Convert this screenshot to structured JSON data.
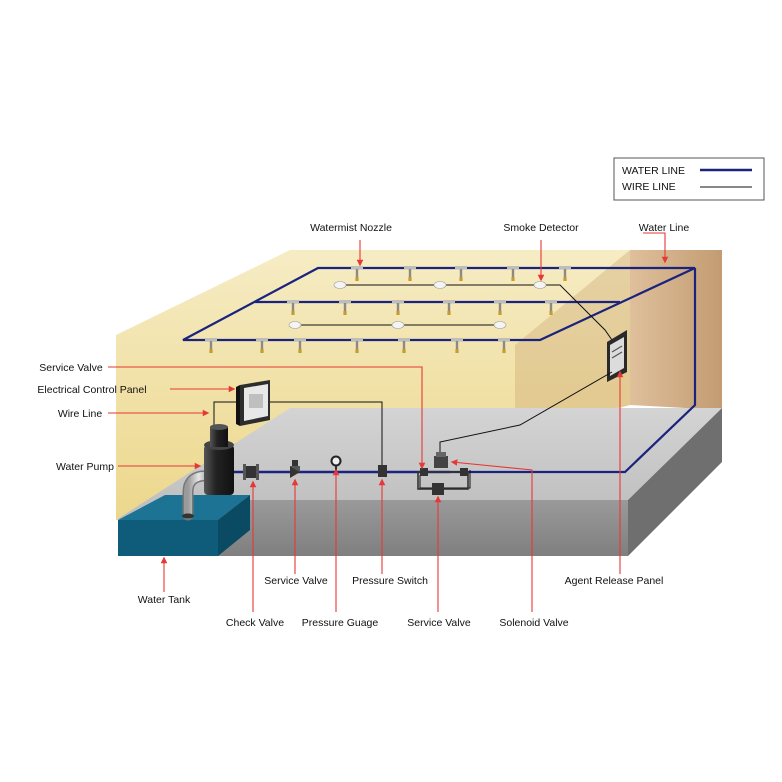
{
  "legend": {
    "water_line_label": "WATER LINE",
    "wire_line_label": "WIRE LINE"
  },
  "labels": {
    "watermist_nozzle": "Watermist Nozzle",
    "smoke_detector": "Smoke Detector",
    "water_line": "Water Line",
    "service_valve_top": "Service Valve",
    "electrical_control_panel": "Electrical Control Panel",
    "wire_line": "Wire Line",
    "water_pump": "Water Pump",
    "water_tank": "Water Tank",
    "check_valve": "Check Valve",
    "service_valve_1": "Service Valve",
    "pressure_guage": "Pressure Guage",
    "pressure_switch": "Pressure Switch",
    "service_valve_2": "Service Valve",
    "solenoid_valve": "Solenoid Valve",
    "agent_release_panel": "Agent Release Panel"
  },
  "colors": {
    "water_line": "#1a237e",
    "wire_line": "#111111",
    "callout": "#e53935",
    "wall_back": "#f1e3a8",
    "wall_side": "#c9a06e",
    "floor_top": "#cfcfcf",
    "floor_front": "#8a8a8a",
    "tank": "#0e5c7a"
  }
}
